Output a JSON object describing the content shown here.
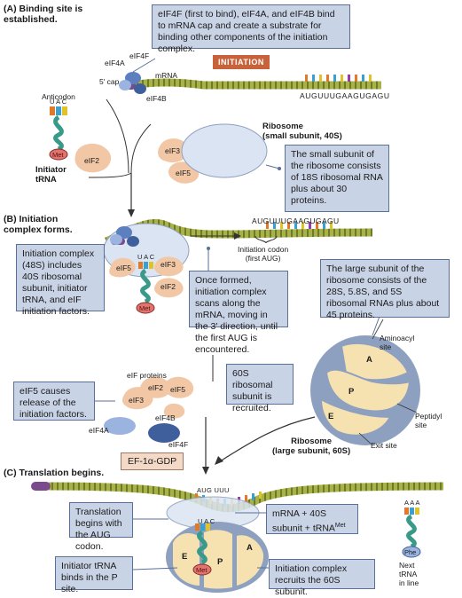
{
  "sections": {
    "a_label": "(A) Binding site is established.",
    "b_label": "(B) Initiation complex forms.",
    "c_label": "(C) Translation begins."
  },
  "badge": "INITIATION",
  "boxes": {
    "eif4_bind": "eIF4F (first to bind), eIF4A, and eIF4B bind to mRNA cap and create a substrate for binding other components of the initiation complex.",
    "small_subunit": "The small subunit of the ribosome consists of 18S ribosomal RNA plus about 30 proteins.",
    "initiation_48s": "Initiation complex (48S) includes 40S ribosomal subunit, initiator tRNA, and eIF initiation factors.",
    "scans": "Once formed, initiation complex scans along the mRNA, moving in the 3′ direction, until the first AUG is encountered.",
    "large_subunit": "The large subunit of the ribosome consists of the 28S, 5.8S, and 5S ribosomal RNAs plus about 45 proteins.",
    "recruited_60s": "60S ribosomal subunit is recruited.",
    "eif5_release": "eIF5 causes release of the initiation factors.",
    "translation_begins": "Translation begins with the AUG codon.",
    "mrna_40s": "mRNA + 40S subunit + tRNA",
    "mrna_40s_sup": "Met",
    "trna_p_site": "Initiator tRNA binds in the P site.",
    "recruits_60s": "Initiation complex recruits the 60S subunit."
  },
  "labels": {
    "eif4f": "eIF4F",
    "eif4a": "eIF4A",
    "eif4b": "eIF4B",
    "cap5": "5′ cap",
    "mrna": "mRNA",
    "sequence": "AUGUUUGAAGUGAGU",
    "anticodon": "Anticodon",
    "uac": "U A C",
    "met": "Met",
    "initiator_trna": "Initiator\ntRNA",
    "eif2": "eIF2",
    "eif3": "eIF3",
    "eif5": "eIF5",
    "ribosome_small": "Ribosome\n(small subunit, 40S)",
    "init_codon": "Initiation codon\n(first AUG)",
    "aug_b": "AUGUUUGAAGUGAGU",
    "aminoacyl": "Aminoacyl\nsite",
    "peptidyl": "Peptidyl\nsite",
    "exit": "Exit site",
    "a": "A",
    "p": "P",
    "e": "E",
    "ribosome_large": "Ribosome\n(large subunit, 60S)",
    "eif_proteins": "eIF proteins",
    "eif4b_c": "eIF4B",
    "eif4a_c": "eIF4A",
    "eif4f_c": "eIF4F",
    "ef1a": "EF-1α-GDP",
    "aug_c": "AUG UUU",
    "aaa": "A A A",
    "phe": "Phe",
    "next_trna": "Next\ntRNA\nin line"
  },
  "colors": {
    "mrna": "#a8b24a",
    "cap": "#7b4a8c",
    "ribosome": "#dbe4f2",
    "protein": "#f2c7a6",
    "eif4": "#5b7fbf",
    "box": "#c9d3e6",
    "large": "#f6e2b0",
    "badge": "#c7623a"
  }
}
